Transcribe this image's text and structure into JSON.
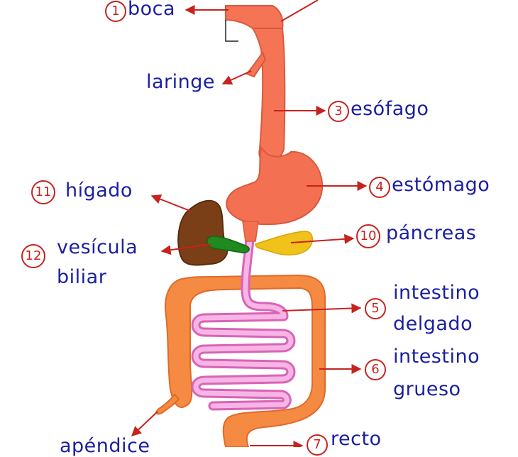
{
  "colors": {
    "esophagus": "#f47455",
    "stomach": "#f47052",
    "liver": "#7a3f17",
    "gallbladder": "#1f8a1f",
    "pancreas": "#f0c21a",
    "small_intestine": "#ef8ad0",
    "large_intestine": "#f58a42",
    "arrow": "#c6231f",
    "label": "#1b1fa0"
  },
  "labels": {
    "boca": {
      "number": "1",
      "text": "boca"
    },
    "laringe": {
      "text": "laringe"
    },
    "esofago": {
      "number": "3",
      "text": "esófago"
    },
    "estomago": {
      "number": "4",
      "text": "estómago"
    },
    "pancreas": {
      "number": "10",
      "text": "páncreas"
    },
    "higado": {
      "number": "11",
      "text": "hígado"
    },
    "vesicula": {
      "number": "12",
      "line1": "vesícula",
      "line2": "biliar"
    },
    "intestino_delgado": {
      "number": "5",
      "line1": "intestino",
      "line2": "delgado"
    },
    "intestino_grueso": {
      "number": "6",
      "line1": "intestino",
      "line2": "grueso"
    },
    "recto": {
      "number": "7",
      "text": "recto"
    },
    "apendice": {
      "text": "apéndice"
    }
  }
}
